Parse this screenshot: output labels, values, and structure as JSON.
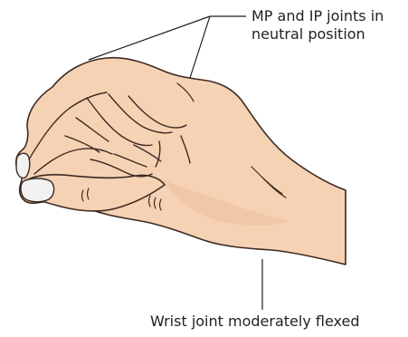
{
  "labels": {
    "joints_line1": "MP and IP joints in",
    "joints_line2": "neutral position",
    "wrist": "Wrist joint moderately flexed"
  },
  "colors": {
    "skin": "#f6d2b4",
    "skin_shadow": "#ecbf9c",
    "outline": "#3c2a22",
    "nail": "#f2f2f2",
    "leader": "#231f20",
    "text": "#231f20"
  },
  "illustration": {
    "subject": "hand-with-curled-fingers",
    "description_icon": "hand-icon"
  }
}
